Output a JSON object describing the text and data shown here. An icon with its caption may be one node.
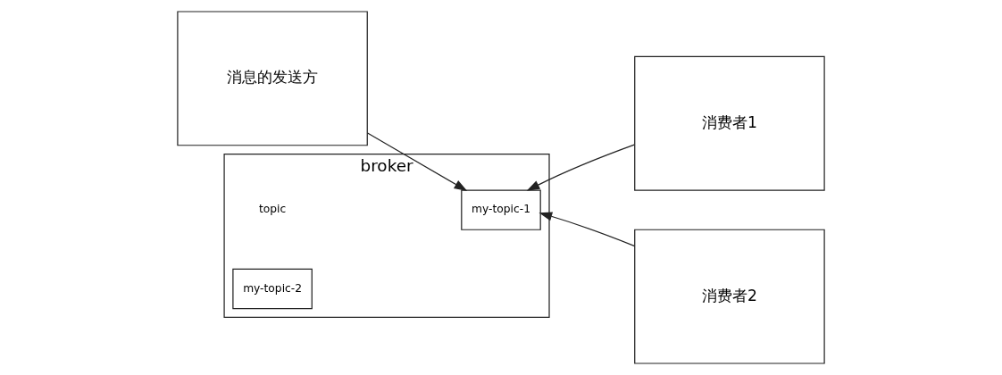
{
  "diagram": {
    "nodes": [
      {
        "text": [
          "消息的发送方"
        ]
      },
      {
        "text": [
          "broker"
        ]
      },
      {
        "text": [
          "my-topic-1"
        ],
        "in": 1
      },
      {
        "text": [
          "my-topic-2"
        ],
        "in": 1
      },
      {
        "text": [
          "消费者1"
        ]
      },
      {
        "text": [
          "消费者2"
        ]
      }
    ],
    "edges": [
      {
        "from": 0,
        "to": 2,
        "arrow": "to"
      },
      {
        "from": 4,
        "to": 2,
        "arrow": "to"
      },
      {
        "from": 5,
        "to": 2,
        "arrow": "to"
      }
    ],
    "labels": [
      "topic"
    ]
  }
}
